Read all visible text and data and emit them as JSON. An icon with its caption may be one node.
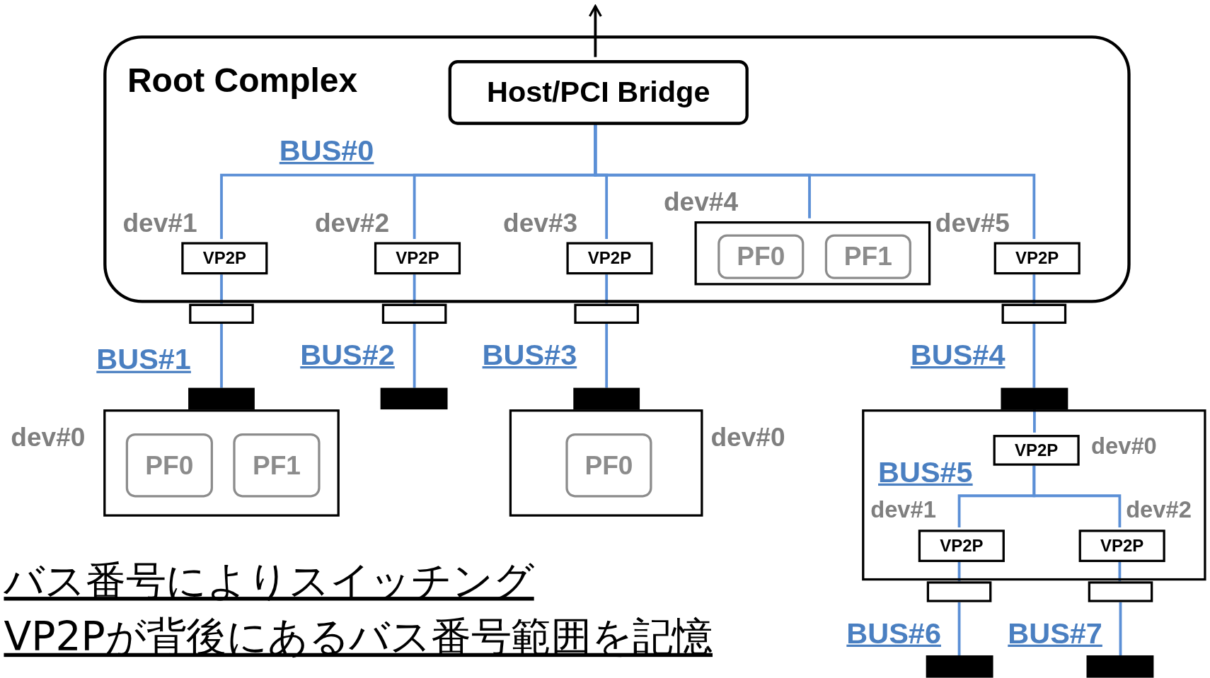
{
  "diagram": {
    "nodes": [
      {
        "text": [
          "Root Complex"
        ]
      },
      {
        "text": [
          "Host/PCI Bridge"
        ],
        "in": 0
      },
      {
        "text": [
          "VP2P"
        ],
        "in": 0,
        "beside": [
          "dev#1"
        ]
      },
      {
        "text": [
          "VP2P"
        ],
        "in": 0,
        "beside": [
          "dev#2"
        ]
      },
      {
        "text": [
          "VP2P"
        ],
        "in": 0,
        "beside": [
          "dev#3"
        ]
      },
      {
        "text": [],
        "shape": "box",
        "in": 0,
        "beside": [
          "dev#4"
        ]
      },
      {
        "text": [
          "PF0"
        ],
        "in": 5
      },
      {
        "text": [
          "PF1"
        ],
        "in": 5
      },
      {
        "text": [
          "VP2P"
        ],
        "in": 0,
        "beside": [
          "dev#5"
        ]
      },
      {
        "text": [],
        "shape": "box"
      },
      {
        "text": [],
        "shape": "box"
      },
      {
        "text": [],
        "shape": "box"
      },
      {
        "text": [],
        "shape": "box"
      },
      {
        "text": [],
        "shape": "bar"
      },
      {
        "text": [],
        "shape": "bar"
      },
      {
        "text": [],
        "shape": "bar"
      },
      {
        "text": [],
        "shape": "bar"
      },
      {
        "text": [],
        "shape": "box",
        "beside": [
          "dev#0"
        ]
      },
      {
        "text": [
          "PF0"
        ],
        "in": 17
      },
      {
        "text": [
          "PF1"
        ],
        "in": 17
      },
      {
        "text": [],
        "shape": "box",
        "beside": [
          "dev#0"
        ]
      },
      {
        "text": [
          "PF0"
        ],
        "in": 20
      },
      {
        "text": [],
        "shape": "box"
      },
      {
        "text": [
          "VP2P"
        ],
        "in": 22,
        "beside": [
          "dev#0"
        ]
      },
      {
        "text": [
          "VP2P"
        ],
        "in": 22,
        "beside": [
          "dev#1"
        ]
      },
      {
        "text": [
          "VP2P"
        ],
        "in": 22,
        "beside": [
          "dev#2"
        ]
      },
      {
        "text": [],
        "shape": "box"
      },
      {
        "text": [],
        "shape": "box"
      },
      {
        "text": [],
        "shape": "bar"
      },
      {
        "text": [],
        "shape": "bar"
      }
    ],
    "edges": [
      {
        "from": 1,
        "to": null,
        "arrow": "to",
        "color": "#000000"
      },
      {
        "from": 1,
        "to": 2,
        "arrow": "none"
      },
      {
        "from": 1,
        "to": 3,
        "arrow": "none"
      },
      {
        "from": 1,
        "to": 4,
        "arrow": "none"
      },
      {
        "from": 1,
        "to": 5,
        "arrow": "none"
      },
      {
        "from": 1,
        "to": 8,
        "arrow": "none"
      },
      {
        "from": 2,
        "to": 9,
        "arrow": "none"
      },
      {
        "from": 3,
        "to": 10,
        "arrow": "none"
      },
      {
        "from": 4,
        "to": 11,
        "arrow": "none"
      },
      {
        "from": 8,
        "to": 12,
        "arrow": "none"
      },
      {
        "from": 9,
        "to": 13,
        "arrow": "none",
        "label": "BUS#1"
      },
      {
        "from": 10,
        "to": 14,
        "arrow": "none",
        "label": "BUS#2"
      },
      {
        "from": 11,
        "to": 15,
        "arrow": "none",
        "label": "BUS#3"
      },
      {
        "from": 12,
        "to": 16,
        "arrow": "none",
        "label": "BUS#4"
      },
      {
        "from": 16,
        "to": 23,
        "arrow": "none"
      },
      {
        "from": 23,
        "to": 24,
        "arrow": "none"
      },
      {
        "from": 23,
        "to": 25,
        "arrow": "none"
      },
      {
        "from": 24,
        "to": 26,
        "arrow": "none"
      },
      {
        "from": 25,
        "to": 27,
        "arrow": "none"
      },
      {
        "from": 26,
        "to": 28,
        "arrow": "none",
        "label": "BUS#6"
      },
      {
        "from": 27,
        "to": 29,
        "arrow": "none",
        "label": "BUS#7"
      }
    ],
    "labels": [
      "BUS#0",
      "BUS#5",
      "バス番号によりスイッチング",
      "VP2Pが背後にあるバス番号範囲を記憶"
    ]
  }
}
